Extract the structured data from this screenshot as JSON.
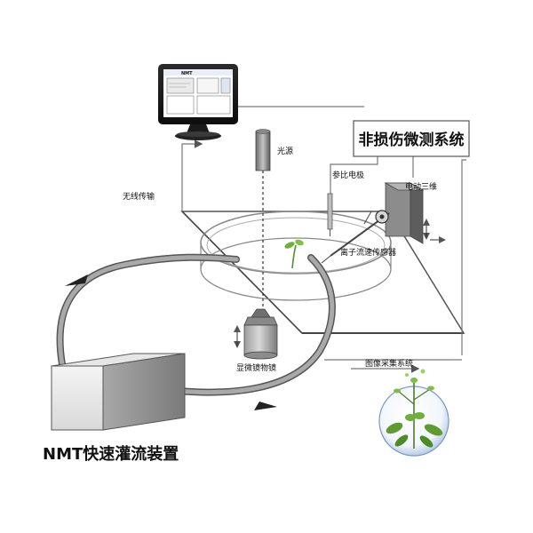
{
  "labels": {
    "system": "非损伤微测系统",
    "light_source": "光源",
    "wireless": "无线传输",
    "reference_electrode": "参比电极",
    "motorized_3axis": "电动三维",
    "ion_sensor": "离子流速传感器",
    "microscope_objective": "显微镜物镜",
    "image_capture": "图像采集系统",
    "perfusion_device": "NMT快速灌流装置"
  },
  "monitor": {
    "screen_brand": "NMT"
  }
}
